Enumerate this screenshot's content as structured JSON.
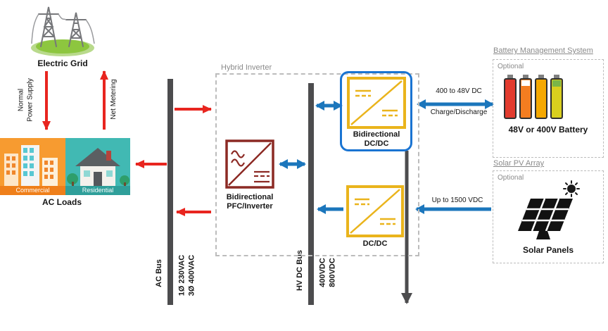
{
  "grid": {
    "label": "Electric Grid"
  },
  "flows": {
    "normal_power_supply": "Normal\nPower Supply",
    "net_metering": "Net Metering",
    "battery_link_top": "400 to 48V DC",
    "battery_link_bottom": "Charge/Discharge",
    "pv_link": "Up to 1500 VDC"
  },
  "ac_loads": {
    "label": "AC Loads",
    "commercial": "Commercial",
    "residential": "Residential"
  },
  "ac_bus": {
    "label": "AC Bus",
    "voltages": "1Ø 230VAC\n3Ø 400VAC"
  },
  "hv_dc_bus": {
    "label": "HV DC Bus",
    "voltages": "400VDC\n800VDC"
  },
  "hybrid_inverter": {
    "title": "Hybrid Inverter",
    "pfc_label": "Bidirectional\nPFC/Inverter",
    "bidirectional_dcdc_label": "Bidirectional\nDC/DC",
    "dcdc_label": "DC/DC"
  },
  "battery_system": {
    "title": "Battery Management System",
    "optional": "Optional",
    "label": "48V or 400V Battery"
  },
  "solar": {
    "title": "Solar PV Array",
    "optional": "Optional",
    "label": "Solar Panels"
  },
  "colors": {
    "red_arrow": "#e8251f",
    "blue_arrow": "#1b76bc",
    "bus_dark": "#4c4c4e",
    "highlight_blue": "#1a74d2",
    "dcdc_yellow": "#eab41c",
    "pfc_maroon": "#8c2a24"
  }
}
